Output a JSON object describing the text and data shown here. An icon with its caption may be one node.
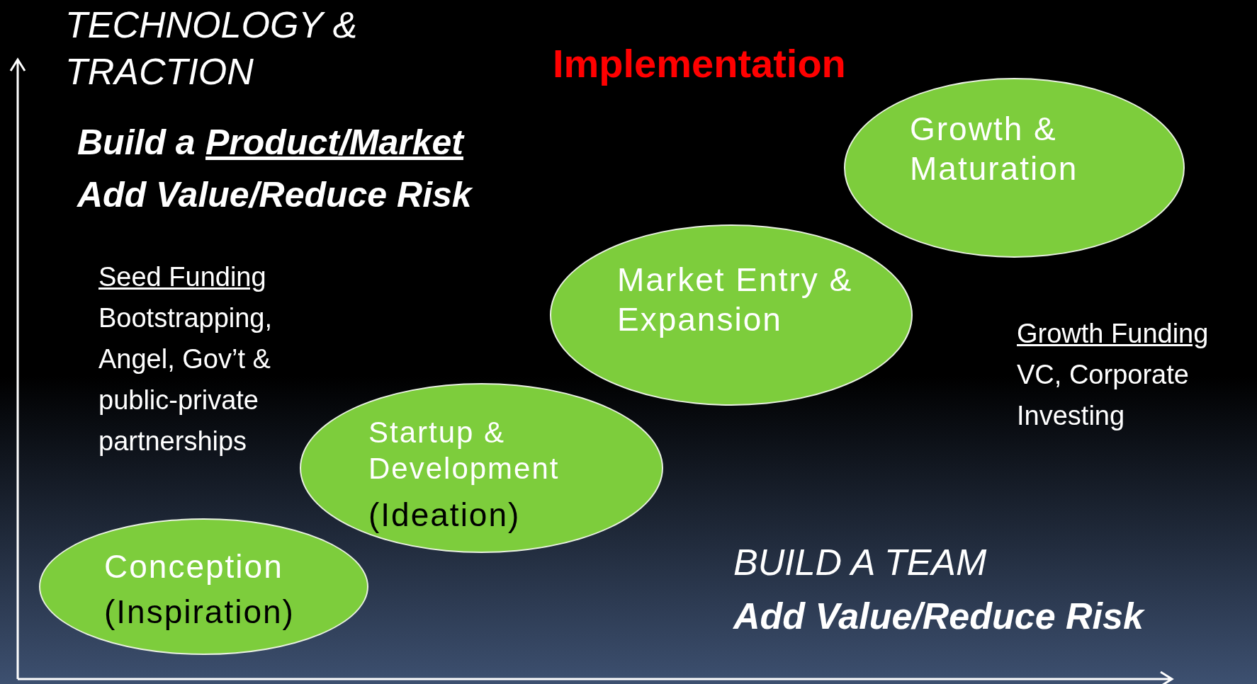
{
  "diagram": {
    "nodes": [
      {
        "text": [
          "Growth & Maturation"
        ]
      },
      {
        "text": [
          "Market Entry & Expansion"
        ]
      },
      {
        "text": [
          "Startup & Development",
          "(Ideation)"
        ]
      },
      {
        "text": [
          "Conception",
          "(Inspiration)"
        ]
      }
    ],
    "labels": [
      "TECHNOLOGY & TRACTION",
      "Implementation",
      "Build a",
      "Product/Market",
      "Add Value/Reduce Risk",
      "Seed Funding",
      "Bootstrapping, Angel, Gov’t & public-private partnerships",
      "Growth Funding",
      "VC, Corporate Investing",
      "BUILD A TEAM",
      "Add Value/Reduce Risk"
    ]
  }
}
